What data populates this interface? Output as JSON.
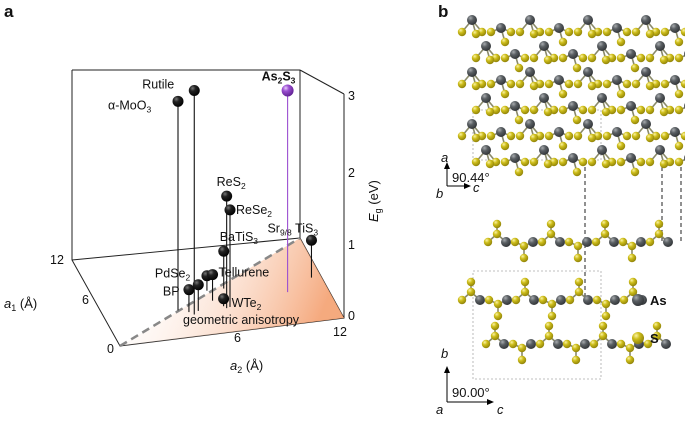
{
  "panel_a": {
    "letter": "a",
    "axes": {
      "a1_label": "a",
      "a1_sub": "1",
      "a1_unit": " (Å)",
      "a2_label": "a",
      "a2_sub": "2",
      "a2_unit": " (Å)",
      "eg_label": "E",
      "eg_sub": "g",
      "eg_unit": " (eV)",
      "a1_ticks": [
        "12",
        "6",
        "0"
      ],
      "a2_ticks": [
        "6",
        "12"
      ],
      "eg_ticks": [
        "0",
        "1",
        "2",
        "3"
      ],
      "region_label": "geometric anisotropy",
      "region_color": "#f4a070"
    },
    "chart_data": {
      "type": "scatter3d",
      "x_axis": "a2 (Å)",
      "y_axis": "a1 (Å)",
      "z_axis": "Eg (eV)",
      "xlim": [
        0,
        12
      ],
      "ylim": [
        0,
        12
      ],
      "zlim": [
        0,
        3
      ],
      "points": [
        {
          "label": "Rutile",
          "a2": 4.6,
          "a1": 2.9,
          "eg": 3.0,
          "color": "#111111"
        },
        {
          "label": "α-MoO",
          "sub": "3",
          "a2": 3.9,
          "a1": 3.7,
          "eg": 2.8,
          "color": "#111111"
        },
        {
          "label": "ReS",
          "sub": "2",
          "a2": 6.4,
          "a1": 3.2,
          "eg": 1.5,
          "color": "#111111"
        },
        {
          "label": "ReSe",
          "sub": "2",
          "a2": 6.6,
          "a1": 3.3,
          "eg": 1.3,
          "color": "#111111"
        },
        {
          "label": "BaTiS",
          "sub": "3",
          "a2": 6.8,
          "a1": 5.8,
          "eg": 0.5,
          "color": "#111111"
        },
        {
          "label": "PdSe",
          "sub": "2",
          "a2": 5.9,
          "a1": 5.8,
          "eg": 0.2,
          "color": "#111111"
        },
        {
          "label": "Tellurene",
          "a2": 5.9,
          "a1": 4.4,
          "eg": 0.35,
          "color": "#111111"
        },
        {
          "label": "BP",
          "a2": 4.4,
          "a1": 3.3,
          "eg": 0.3,
          "color": "#111111"
        },
        {
          "label": "BP2",
          "a2": 4.9,
          "a1": 3.3,
          "eg": 0.35,
          "color": "#111111",
          "hidden_label": true
        },
        {
          "label": "WTe",
          "sub": "2",
          "a2": 6.3,
          "a1": 3.5,
          "eg": 0.1,
          "color": "#111111"
        },
        {
          "label": "Sr",
          "sub": "9/8",
          "extra": " TiS",
          "sub2": "3",
          "a2": 11.5,
          "a1": 5.8,
          "eg": 0.5,
          "color": "#111111"
        },
        {
          "label": "As",
          "sub": "2",
          "extra": "S",
          "sub2": "3",
          "a2": 9.9,
          "a1": 4.3,
          "eg": 2.7,
          "color": "#9b4fd1",
          "bold": true
        }
      ]
    }
  },
  "panel_b": {
    "letter": "b",
    "top_axes": {
      "up": "a",
      "left": "b",
      "right": "c",
      "angle": "90.44°"
    },
    "bottom_axes": {
      "up": "b",
      "left": "a",
      "right": "c",
      "angle": "90.00°"
    },
    "legend": [
      {
        "label": "As",
        "color": "#5a5f63"
      },
      {
        "label": "S",
        "color": "#cdbd1a"
      }
    ]
  }
}
